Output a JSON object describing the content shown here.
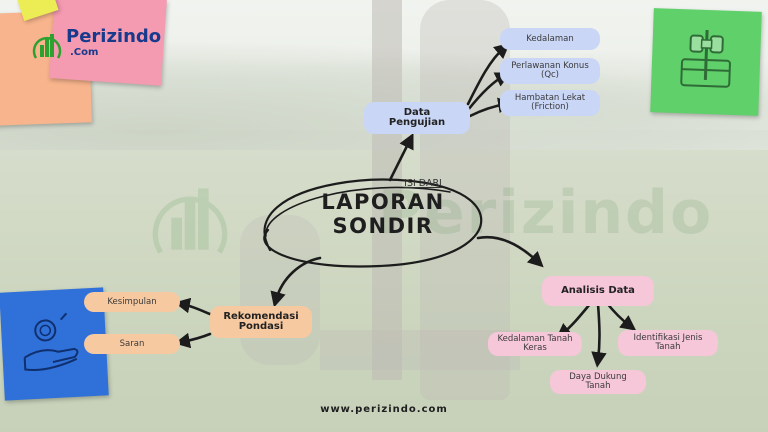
{
  "brand": {
    "name": "Perizindo",
    "sub": ".Com",
    "watermark": "Perizindo",
    "website": "www.perizindo.com"
  },
  "center": {
    "label": "ISI DARI",
    "title_line1": "LAPORAN",
    "title_line2": "SONDIR"
  },
  "data_pengujian": {
    "label": "Data\nPengujian",
    "items": [
      "Kedalaman",
      "Perlawanan Konus\n(Qc)",
      "Hambatan Lekat\n(Friction)"
    ]
  },
  "analisis_data": {
    "label": "Analisis Data",
    "items": [
      "Kedalaman Tanah\nKeras",
      "Daya Dukung\nTanah",
      "Identifikasi Jenis\nTanah"
    ]
  },
  "rekomendasi": {
    "label": "Rekomendasi\nPondasi",
    "items": [
      "Kesimpulan",
      "Saran"
    ]
  },
  "colors": {
    "blue_pill": "#c9d6f6",
    "pink_pill": "#f6c6d9",
    "peach_pill": "#f7c9a0",
    "brand_blue": "#173a8c"
  }
}
